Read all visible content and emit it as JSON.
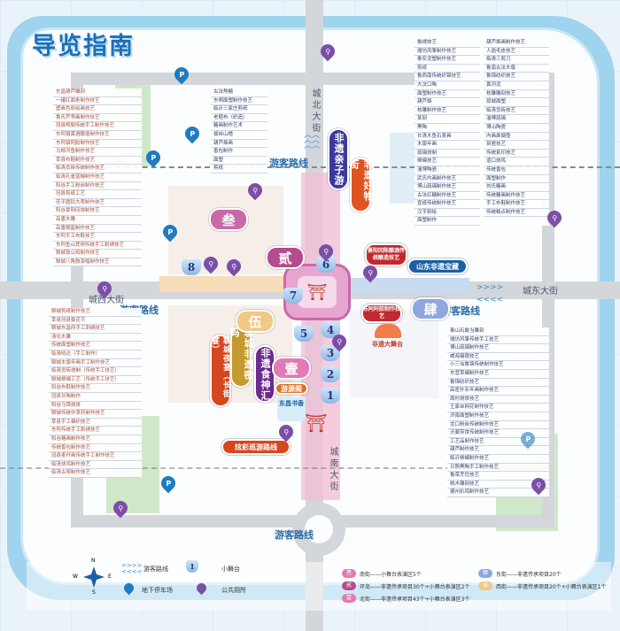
{
  "title": "导览指南",
  "roads": {
    "north": "城北大街",
    "south": "城南大街",
    "west": "城西大街",
    "east": "城东大街"
  },
  "route_label": "游客路线",
  "signs": {
    "qinzi": "非遗亲子游",
    "haowu": "非遗好物街",
    "baozang": "山东非遗宝藏",
    "wutai": "非遗大舞台",
    "mima": "聊城非遗密码",
    "shishen": "非遗食神汇",
    "yeyan": "聊城夜宴（长街宴）",
    "youyuan": "游源阁",
    "shuxiang": "东昌书香",
    "xunyou": "炫彩巡游路线",
    "jiu": "景阳冈陈酿酒传统酿造技艺",
    "ejiao": "东阿阿胶制作技艺"
  },
  "zones": {
    "one": "壹",
    "two": "贰",
    "three": "叁",
    "four": "肆",
    "five": "伍"
  },
  "stages": [
    "1",
    "2",
    "3",
    "4",
    "5",
    "6",
    "7",
    "8"
  ],
  "lists": {
    "top_right": [
      "鲁绣技艺",
      "葫芦烙画制作技艺",
      "潍坊风筝制作技艺",
      "人造毛皮技艺",
      "泰安泥塑制作技艺",
      "临清三剪刀",
      "剪纸",
      "鲁南古法木版",
      "鲁西南传统织锦技艺",
      "鲁锦纺织技艺",
      "大汶口陶",
      "黄河泥",
      "面塑制作技艺",
      "核雕雕刻技艺",
      "葫芦烙",
      "郯城面塑",
      "核雕制作技艺",
      "临清贡砖技艺",
      "篆刻",
      "淄博琉璃",
      "黑陶",
      "博山陶瓷",
      "长清木鱼石茶具",
      "内画鼻烟壶",
      "木版年画",
      "刻瓷技艺",
      "琉璃烧制",
      "传统拓印技艺",
      "柳编技艺",
      "道口烧鸡",
      "淄博陶瓷",
      "传统香包",
      "武氏内画制作技艺",
      "面塑制作",
      "博山琉璃制作技艺",
      "刘氏糖画",
      "古法红糖制作技艺",
      "传统糖画制作技艺",
      "宣纸传统制作技艺",
      "手工布鞋制作技艺",
      "汉字刻绘",
      "传统糕点制作技艺",
      "面塑制作"
    ],
    "top_center": [
      "古法熬糖",
      "东明面塑制作技艺",
      "临沂三家庄剪纸",
      "老粗布（织造）",
      "糖画制作艺术",
      "拔丝山楂",
      "葫芦烙画",
      "香包制作",
      "面塑",
      "剪纸"
    ],
    "top_left": [
      "东昌葫芦雕刻",
      "一罐红面条制作技艺",
      "壁画色彩绘画技艺",
      "鲁氏芦苇画制作技艺",
      "冠县鸭梨传统手工制作技艺",
      "东阿镇黄酒酿造制作技艺",
      "东阿镇阿胶制作技艺",
      "马颊河鱼制作技艺",
      "莘县布鞋制作技艺",
      "临清贡砖传统制作技艺",
      "临清孔雀蓝釉制作技艺",
      "阳谷手工粉丝制作技艺",
      "冠县剪纸工艺",
      "茌平圆铃大枣制作技艺",
      "阳谷景阳冈烧制技艺",
      "高唐木雕",
      "高唐锅盔制作技艺",
      "东阿手工布鞋技艺",
      "东阿鱼山梵呗传统手工刺绣技艺",
      "聊城铁公鸡制作技艺",
      "聊城八角鼓演唱制作技艺"
    ],
    "bottom_left": [
      "聊城剪纸制作技艺",
      "莘县冠县梨花节",
      "聊城东昌府手工刺绣技艺",
      "清化木雕",
      "传统面塑制作技艺",
      "临清哈达（手工制作）",
      "聊城木版年画手工制作技艺",
      "临清贡砖烧制（传统手工技艺）",
      "聊城柳编工艺（传统手工技艺）",
      "阳谷布鞋制作技艺",
      "冠县灰陶制作",
      "阳谷马蹄烧饼",
      "聊城传统中草药制作技艺",
      "莘县手工编织技艺",
      "东阿传统手工刺绣技艺",
      "阳谷糖画制作技艺",
      "传统香包制作技艺",
      "冠县麦秆画传统手工制作技艺",
      "临清烧鸡制作技艺",
      "临清古琴制作技艺"
    ],
    "bottom_right": [
      "泰山石敢当雕刻",
      "潍坊风筝传统手工技艺",
      "博山琉璃制作技艺",
      "威海锡镴技艺",
      "小三仙鲁锦传统制作技艺",
      "东营草编制作技艺",
      "鲁锦纺织技艺",
      "高密扑灰年画制作技艺",
      "周村烧饼技艺",
      "王家丝网花制作技艺",
      "济南面塑制作技艺",
      "龙口粉丝传统制作技艺",
      "沂蒙煎饼传统制作技艺",
      "工艺品制作技艺",
      "葫芦制作技艺",
      "临沂柳编制作技艺",
      "日照黑陶手工制作技艺",
      "鲁菜烹饪技艺",
      "桃木雕刻技艺",
      "德州扒鸡制作技艺"
    ]
  },
  "legend": {
    "route": "游客路线",
    "stage": "小舞台",
    "parking": "地下停车场",
    "toilet": "公共厕所",
    "compass": {
      "n": "N",
      "s": "S",
      "e": "E",
      "w": "W"
    },
    "zones": [
      {
        "badge": "叁",
        "text": "南街——小舞台表演区5个",
        "color": "#e07bb5"
      },
      {
        "badge": "贰",
        "text": "环岛——非遗传承项目30个+小舞台表演区2个",
        "color": "#b34b8f"
      },
      {
        "badge": "壹",
        "text": "北街——非遗传承项目43个+小舞台表演区3个",
        "color": "#e07bb5"
      },
      {
        "badge": "肆",
        "text": "东街——非遗传承项目20个",
        "color": "#8ea7df"
      },
      {
        "badge": "伍",
        "text": "西街——非遗传承项目20个+小舞台表演区1个",
        "color": "#f0c987"
      }
    ]
  },
  "colors": {
    "park": "#1f7bc2",
    "toilet": "#7b4fa8",
    "title": "#1d6fb8",
    "pink_street": "#f2bfd6"
  }
}
